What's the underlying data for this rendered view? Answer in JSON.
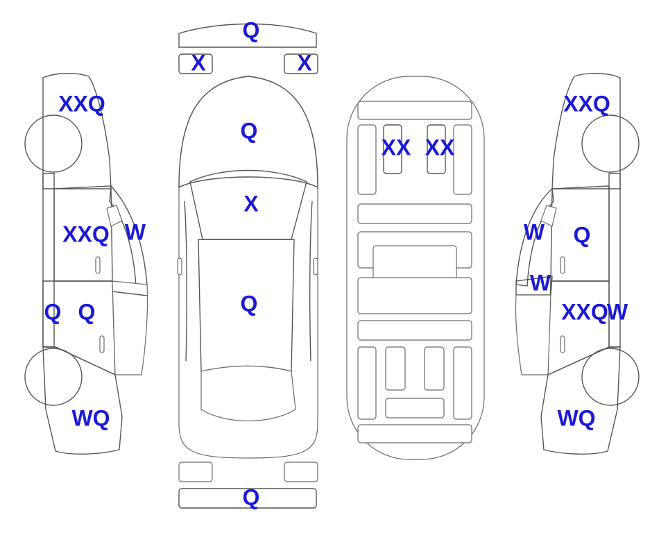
{
  "colors": {
    "damaged": "#ffa62b",
    "glass": "#def4fa",
    "outline": "#555555",
    "label": "#1a1ad6",
    "wheel": "#ffffff"
  },
  "labels": {
    "front_bumper": "Q",
    "headlight_left": "X",
    "headlight_right": "X",
    "hood": "Q",
    "windshield": "X",
    "roof": "Q",
    "rear_bumper": "Q",
    "inner_left_front": "XX",
    "inner_right_front": "XX",
    "left_front_glass": "XXQ",
    "left_front_door_glass": "XXQ",
    "left_pillar": "W",
    "left_door_a": "Q",
    "left_door_b": "Q",
    "left_rear": "WQ",
    "right_front_glass": "XXQ",
    "right_pillar": "W",
    "right_door_upper": "Q",
    "right_pillar_lower": "W",
    "right_door_glass": "XXQ",
    "right_door_w": "W",
    "right_rear": "WQ"
  }
}
